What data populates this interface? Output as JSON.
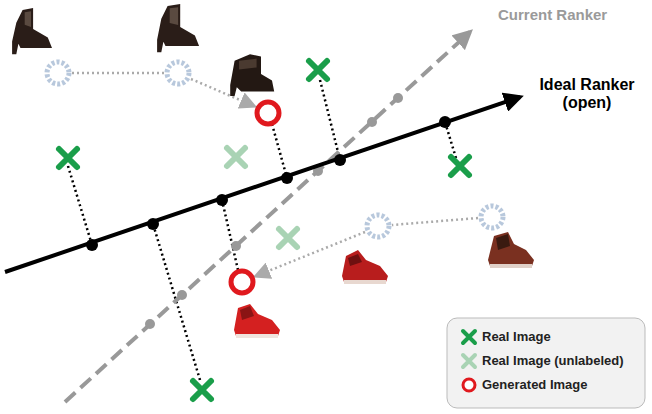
{
  "diagram": {
    "labels": [
      "Current Ranker",
      "Ideal Ranker (open)"
    ],
    "legend": [
      {
        "text": "Real Image"
      },
      {
        "text": "Real Image (unlabeled)"
      },
      {
        "text": "Generated Image"
      }
    ]
  }
}
